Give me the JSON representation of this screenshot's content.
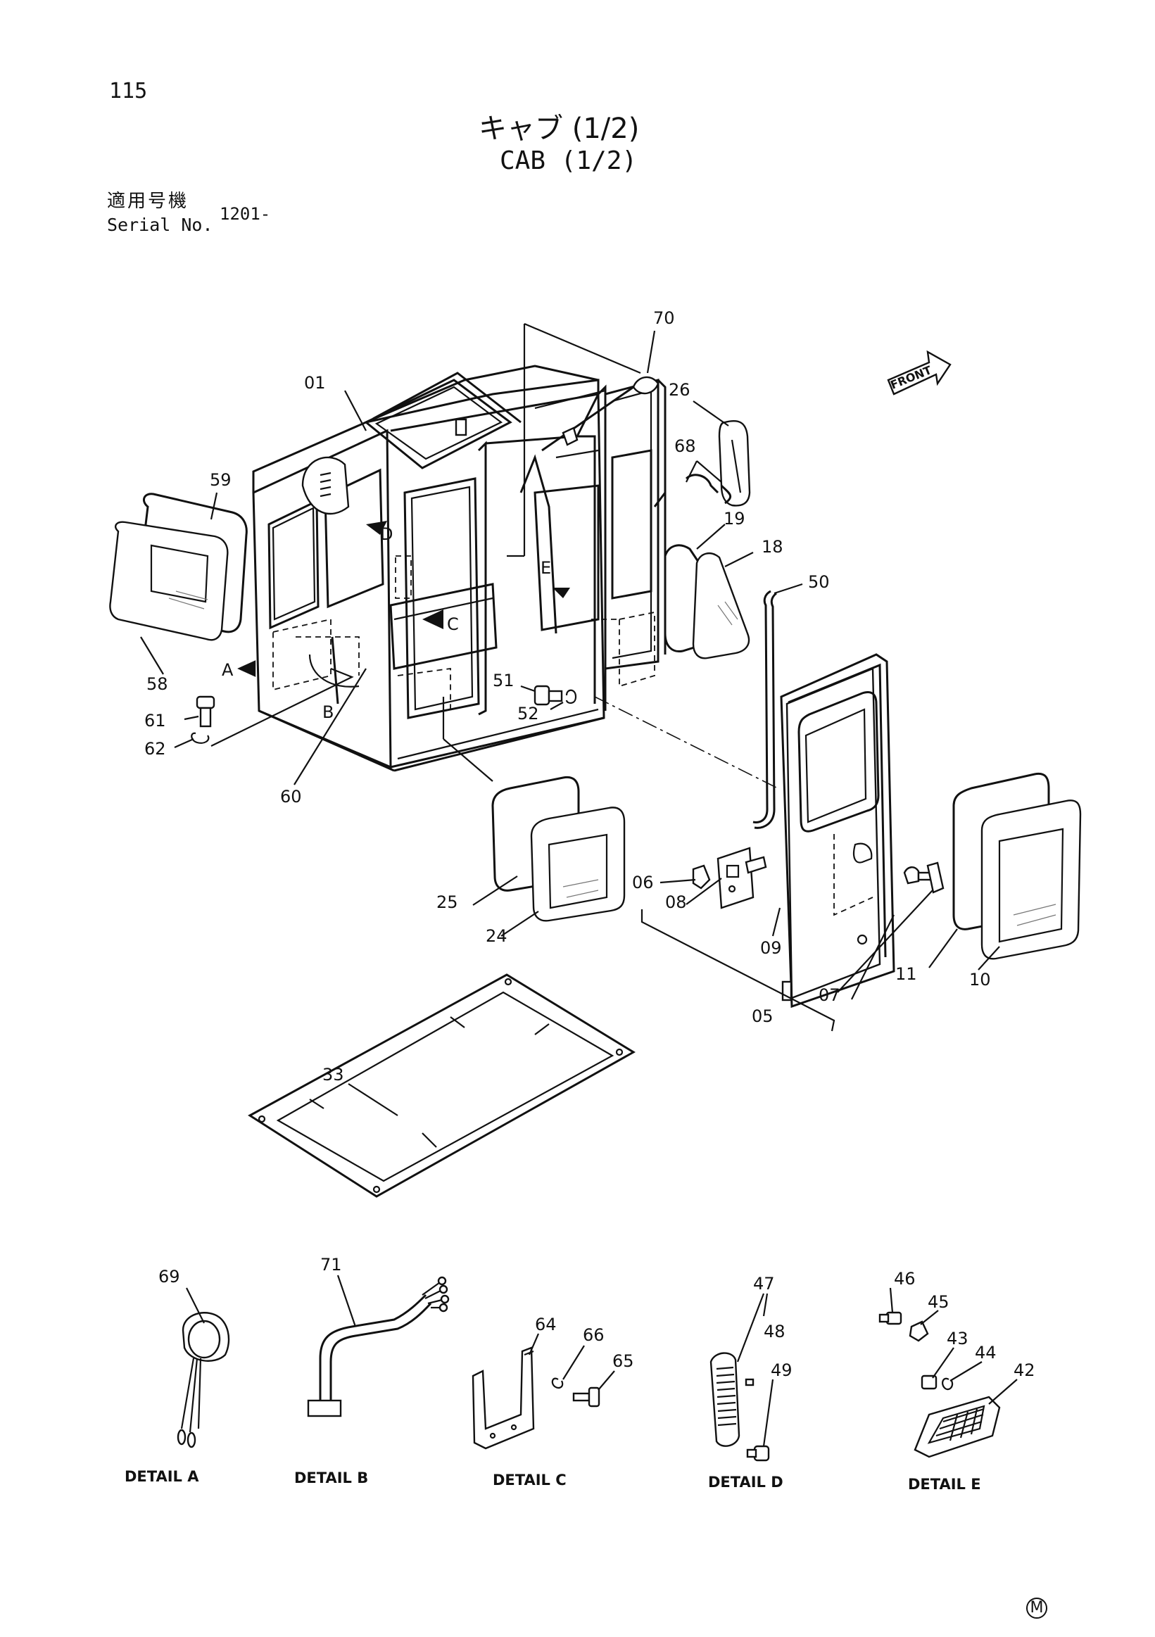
{
  "page_number": "115",
  "title_ja": "キャブ (1/2)",
  "title_en": "CAB (1/2)",
  "serial_label_ja": "適用号機",
  "serial_label_en": "Serial No.",
  "serial_value": "1201-",
  "front_label": "FRONT",
  "corner_mark": "M",
  "part_labels": {
    "p01": "01",
    "p05": "05",
    "p06": "06",
    "p07": "07",
    "p08": "08",
    "p09": "09",
    "p10": "10",
    "p11": "11",
    "p18": "18",
    "p19": "19",
    "p24": "24",
    "p25": "25",
    "p26": "26",
    "p33": "33",
    "p42": "42",
    "p43": "43",
    "p44": "44",
    "p45": "45",
    "p46": "46",
    "p47": "47",
    "p48": "48",
    "p49": "49",
    "p50": "50",
    "p51": "51",
    "p52": "52",
    "p58": "58",
    "p59": "59",
    "p60": "60",
    "p61": "61",
    "p62": "62",
    "p64": "64",
    "p65": "65",
    "p66": "66",
    "p68": "68",
    "p69": "69",
    "p70": "70",
    "p71": "71"
  },
  "view_markers": {
    "a": "A",
    "b": "B",
    "c": "C",
    "d": "D",
    "e": "E"
  },
  "detail_captions": {
    "a": "DETAIL A",
    "b": "DETAIL B",
    "c": "DETAIL C",
    "d": "DETAIL D",
    "e": "DETAIL E"
  }
}
